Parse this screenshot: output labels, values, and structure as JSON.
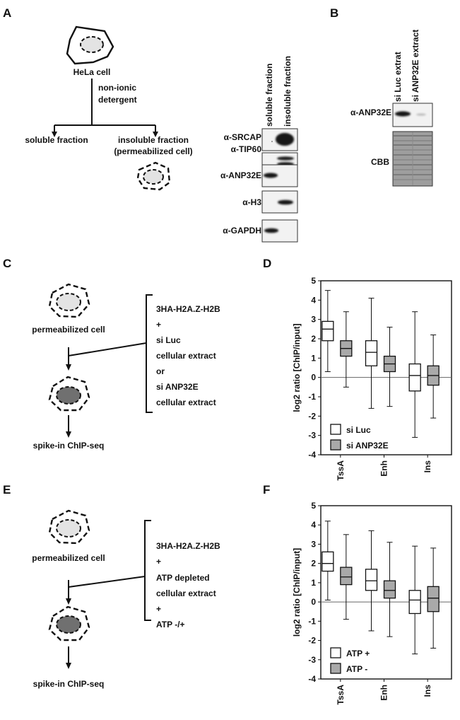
{
  "panels": {
    "a": "A",
    "b": "B",
    "c": "C",
    "d": "D",
    "e": "E",
    "f": "F"
  },
  "panel_a": {
    "cell_label": "HeLa cell",
    "treatment": [
      "non-ionic",
      "detergent"
    ],
    "soluble": "soluble fraction",
    "insoluble": [
      "insoluble fraction",
      "(permeabilized cell)"
    ],
    "lane_labels": [
      "soluble fraction",
      "insoluble fraction"
    ],
    "antibodies": [
      "α-SRCAP",
      "α-TIP60",
      "α-ANP32E",
      "α-H3",
      "α-GAPDH"
    ]
  },
  "panel_b": {
    "lane_labels": [
      "si Luc extrat",
      "si ANP32E extract"
    ],
    "antibody": "α-ANP32E",
    "stain": "CBB"
  },
  "panel_c": {
    "cell_label": "permeabilized cell",
    "end_label": "spike-in ChIP-seq",
    "conditions": [
      "3HA-H2A.Z-H2B",
      "+",
      "si Luc",
      "cellular extract",
      "or",
      "si ANP32E",
      "cellular extract"
    ]
  },
  "panel_e": {
    "cell_label": "permeabilized cell",
    "end_label": "spike-in ChIP-seq",
    "conditions": [
      "3HA-H2A.Z-H2B",
      "+",
      "ATP depleted",
      "cellular extract",
      "+",
      "ATP -/+"
    ]
  },
  "colors": {
    "open_box": "#ffffff",
    "filled_box": "#a9a9a9",
    "cell_light": "#e3e3e3",
    "cell_dark": "#707070"
  },
  "chart_data": [
    {
      "type": "boxplot",
      "panel": "D",
      "ylabel": "log2 ratio [ChIP/input]",
      "ylim": [
        -4,
        5
      ],
      "yticks": [
        "5",
        "4",
        "3",
        "2",
        "1",
        "0",
        "-1",
        "-2",
        "-3",
        "-4"
      ],
      "categories": [
        "TssA",
        "Enh",
        "Ins"
      ],
      "reference_line": 0,
      "legend_position": "bottom-left",
      "series": [
        {
          "name": "si Luc",
          "fill": "open",
          "boxes": [
            {
              "min": 0.3,
              "q1": 1.9,
              "median": 2.5,
              "q3": 2.9,
              "max": 4.5
            },
            {
              "min": -1.6,
              "q1": 0.6,
              "median": 1.3,
              "q3": 1.9,
              "max": 4.1
            },
            {
              "min": -3.1,
              "q1": -0.7,
              "median": 0.1,
              "q3": 0.7,
              "max": 3.4
            }
          ]
        },
        {
          "name": "si ANP32E",
          "fill": "filled",
          "boxes": [
            {
              "min": -0.5,
              "q1": 1.1,
              "median": 1.5,
              "q3": 1.9,
              "max": 3.4
            },
            {
              "min": -1.5,
              "q1": 0.3,
              "median": 0.7,
              "q3": 1.1,
              "max": 2.6
            },
            {
              "min": -2.1,
              "q1": -0.4,
              "median": 0.1,
              "q3": 0.6,
              "max": 2.2
            }
          ]
        }
      ]
    },
    {
      "type": "boxplot",
      "panel": "F",
      "ylabel": "log2 ratio [ChIP/input]",
      "ylim": [
        -4,
        5
      ],
      "yticks": [
        "5",
        "4",
        "3",
        "2",
        "1",
        "0",
        "-1",
        "-2",
        "-3",
        "-4"
      ],
      "categories": [
        "TssA",
        "Enh",
        "Ins"
      ],
      "reference_line": 0,
      "legend_position": "bottom-left",
      "series": [
        {
          "name": "ATP +",
          "fill": "open",
          "boxes": [
            {
              "min": 0.1,
              "q1": 1.6,
              "median": 2.0,
              "q3": 2.6,
              "max": 4.2
            },
            {
              "min": -1.5,
              "q1": 0.6,
              "median": 1.1,
              "q3": 1.7,
              "max": 3.7
            },
            {
              "min": -2.7,
              "q1": -0.6,
              "median": 0.1,
              "q3": 0.6,
              "max": 2.9
            }
          ]
        },
        {
          "name": "ATP -",
          "fill": "filled",
          "boxes": [
            {
              "min": -0.9,
              "q1": 0.9,
              "median": 1.3,
              "q3": 1.8,
              "max": 3.5
            },
            {
              "min": -1.8,
              "q1": 0.2,
              "median": 0.6,
              "q3": 1.1,
              "max": 3.1
            },
            {
              "min": -2.4,
              "q1": -0.5,
              "median": 0.2,
              "q3": 0.8,
              "max": 2.8
            }
          ]
        }
      ]
    }
  ]
}
